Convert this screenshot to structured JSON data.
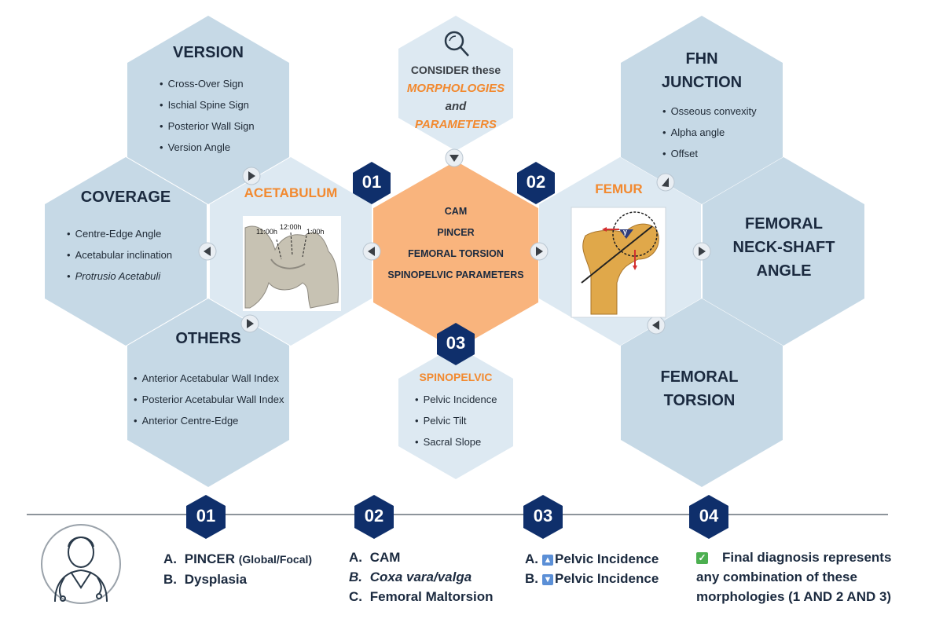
{
  "center": {
    "lines": [
      "CAM",
      "PINCER",
      "FEMORAL TORSION",
      "SPINOPELVIC PARAMETERS"
    ]
  },
  "consider": {
    "line1": "CONSIDER these",
    "line2": "MORPHOLOGIES",
    "line3": "and",
    "line4": "PARAMETERS"
  },
  "badges": {
    "b1": "01",
    "b2": "02",
    "b3": "03"
  },
  "acetabulum": {
    "title": "ACETABULUM",
    "clock": [
      "11:00h",
      "12:00h",
      "1:00h"
    ]
  },
  "femur": {
    "title": "FEMUR",
    "angle_label": "γ"
  },
  "version": {
    "title": "VERSION",
    "items": [
      "Cross-Over Sign",
      "Ischial Spine Sign",
      "Posterior Wall Sign",
      "Version Angle"
    ]
  },
  "coverage": {
    "title": "COVERAGE",
    "items": [
      "Centre-Edge Angle",
      "Acetabular inclination",
      "Protrusio Acetabuli"
    ]
  },
  "others": {
    "title": "OTHERS",
    "items": [
      "Anterior Acetabular Wall Index",
      "Posterior Acetabular Wall Index",
      "Anterior Centre-Edge"
    ]
  },
  "fhn": {
    "title1": "FHN",
    "title2": "JUNCTION",
    "items": [
      "Osseous convexity",
      "Alpha angle",
      "Offset"
    ]
  },
  "neck_shaft": {
    "line1": "FEMORAL",
    "line2": "NECK-SHAFT",
    "line3": "ANGLE"
  },
  "torsion": {
    "line1": "FEMORAL",
    "line2": "TORSION"
  },
  "spinopelvic": {
    "title": "SPINOPELVIC",
    "items": [
      "Pelvic Incidence",
      "Pelvic Tilt",
      "Sacral Slope"
    ]
  },
  "timeline": {
    "badges": [
      "01",
      "02",
      "03",
      "04"
    ],
    "step1": {
      "a_letter": "A.",
      "a_text": "PINCER",
      "a_sub": "(Global/Focal)",
      "b_letter": "B.",
      "b_text": "Dysplasia"
    },
    "step2": {
      "a_letter": "A.",
      "a_text": "CAM",
      "b_letter": "B.",
      "b_text": "Coxa vara/valga",
      "c_letter": "C.",
      "c_text": "Femoral Maltorsion"
    },
    "step3": {
      "a_letter": "A.",
      "a_text": "Pelvic Incidence",
      "b_letter": "B.",
      "b_text": "Pelvic Incidence"
    },
    "step4": {
      "line1": "Final diagnosis represents",
      "line2": "any combination of these",
      "line3": "morphologies (1 AND 2 AND 3)"
    }
  },
  "colors": {
    "hex_light": "#c6d9e6",
    "hex_lighter": "#dde9f2",
    "center_orange": "#f9b47d",
    "badge_navy": "#0f2f6b",
    "accent_orange": "#f2892f"
  }
}
